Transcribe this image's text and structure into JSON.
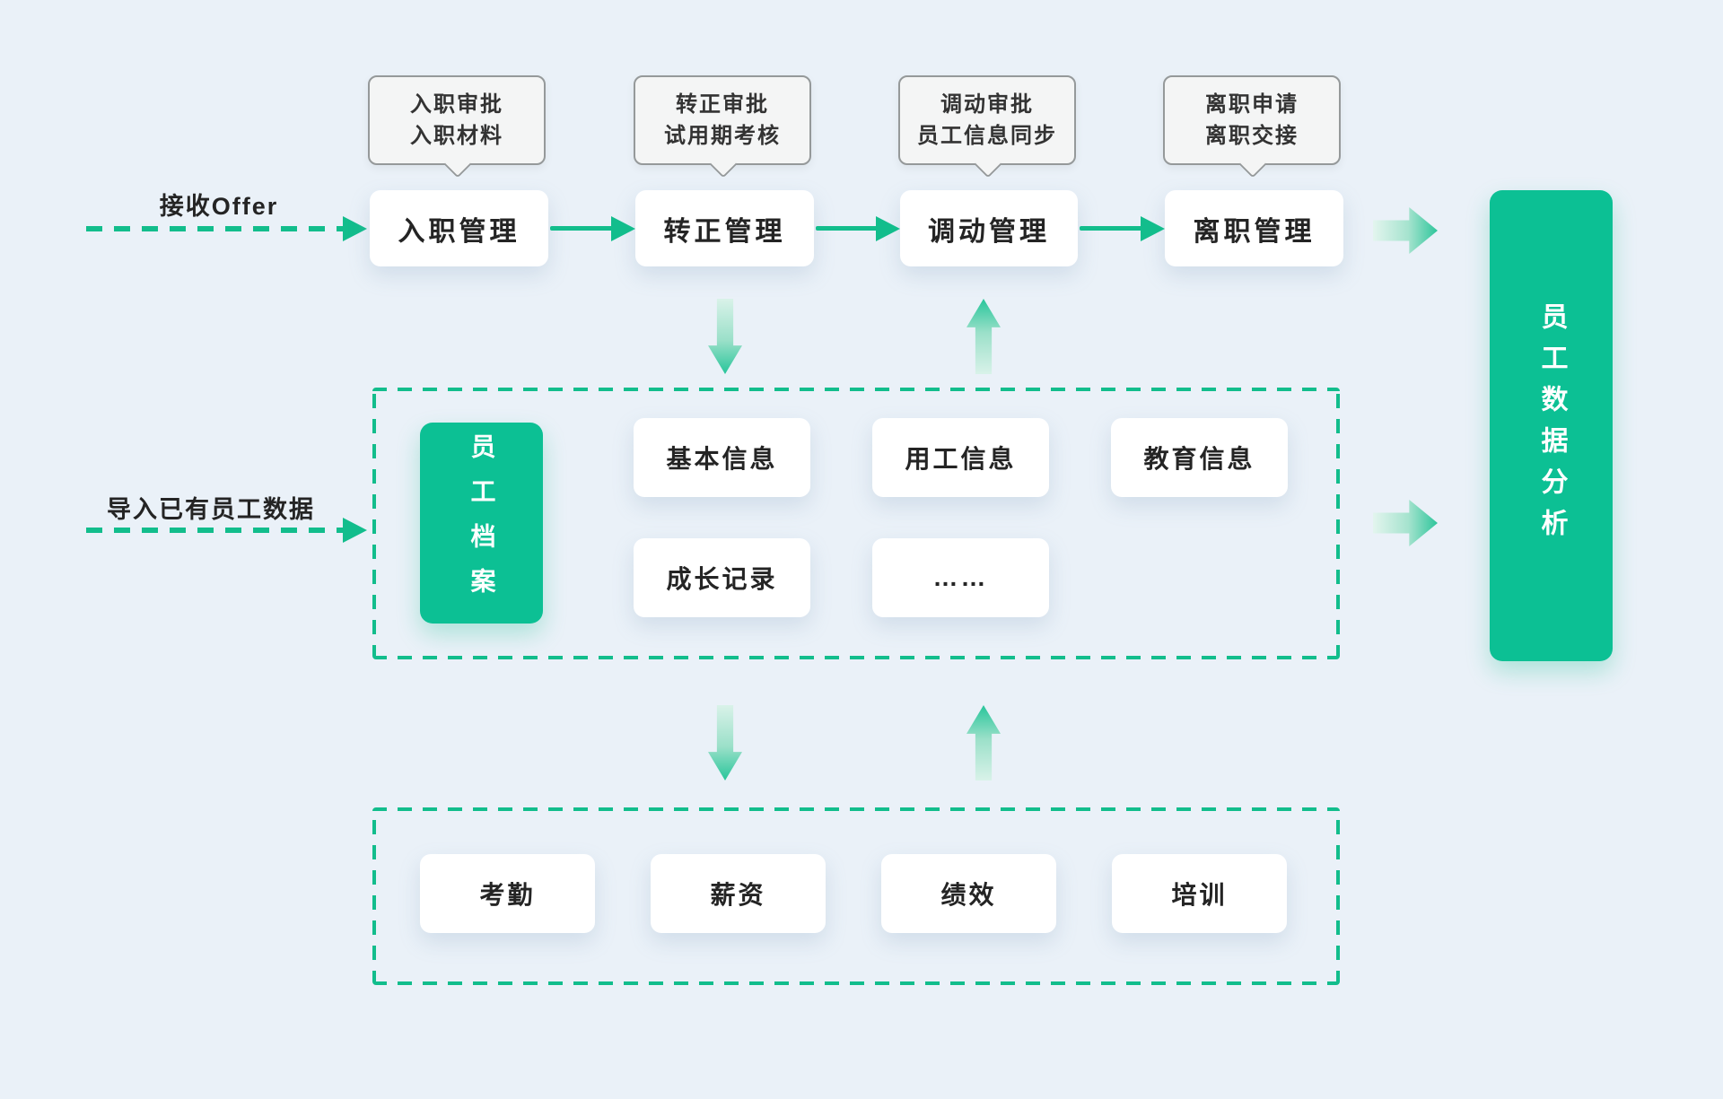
{
  "colors": {
    "background": "#EAF1F8",
    "primary_green": "#0CC094",
    "accent_green": "#12BD8C",
    "callout_bg": "#F4F5F5",
    "callout_border": "#95999A",
    "text_dark": "#242424"
  },
  "side_labels": {
    "receive_offer": "接收Offer",
    "import_data": "导入已有员工数据"
  },
  "flow": {
    "boxes": [
      {
        "label": "入职管理",
        "callout_line1": "入职审批",
        "callout_line2": "入职材料"
      },
      {
        "label": "转正管理",
        "callout_line1": "转正审批",
        "callout_line2": "试用期考核"
      },
      {
        "label": "调动管理",
        "callout_line1": "调动审批",
        "callout_line2": "员工信息同步"
      },
      {
        "label": "离职管理",
        "callout_line1": "离职申请",
        "callout_line2": "离职交接"
      }
    ]
  },
  "archive": {
    "title": "员工档案",
    "row1": [
      "基本信息",
      "用工信息",
      "教育信息"
    ],
    "row2": [
      "成长记录",
      "……"
    ]
  },
  "modules": [
    "考勤",
    "薪资",
    "绩效",
    "培训"
  ],
  "analysis": {
    "title": "员工数据分析"
  }
}
